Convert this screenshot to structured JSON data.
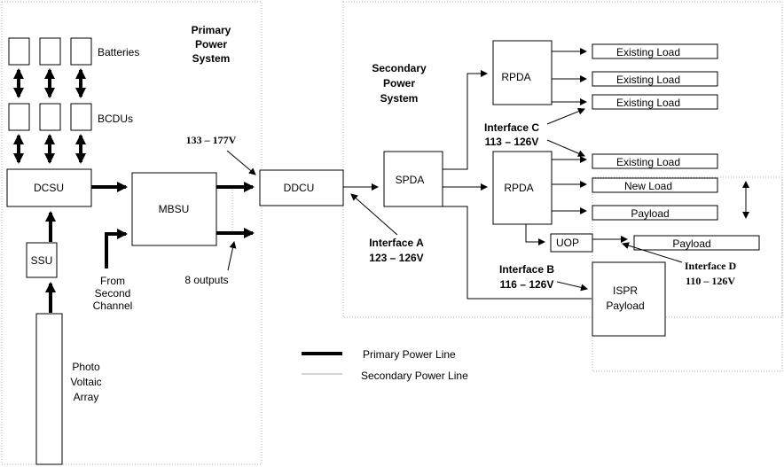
{
  "regions": {
    "primary": [
      "Primary",
      "Power",
      "System"
    ],
    "secondary": [
      "Secondary",
      "Power",
      "System"
    ]
  },
  "labels": {
    "batteries": "Batteries",
    "bcdus": "BCDUs",
    "dcsu": "DCSU",
    "ssu": "SSU",
    "mbsu": "MBSU",
    "ddcu": "DDCU",
    "spda": "SPDA",
    "rpda_top": "RPDA",
    "rpda_bottom": "RPDA",
    "uop": "UOP",
    "isrp": [
      "ISPR",
      "Payload"
    ],
    "photo": [
      "Photo",
      "Voltaic",
      "Array"
    ],
    "from_second": [
      "From",
      "Second",
      "Channel"
    ],
    "outputs": "8 outputs",
    "voltage_ddcu": "133 – 177V"
  },
  "loads": {
    "existing": [
      "Existing Load",
      "Existing Load",
      "Existing Load",
      "Existing Load"
    ],
    "new_load": "New Load",
    "payload_a": "Payload",
    "payload_b": "Payload"
  },
  "interfaces": {
    "a": [
      "Interface A",
      "123 – 126V"
    ],
    "b": [
      "Interface B",
      "116 – 126V"
    ],
    "c": [
      "Interface C",
      "113 – 126V"
    ],
    "d": [
      "Interface D",
      "110 – 126V"
    ]
  },
  "legend": {
    "primary_line": "Primary Power Line",
    "secondary_line": "Secondary Power Line"
  }
}
